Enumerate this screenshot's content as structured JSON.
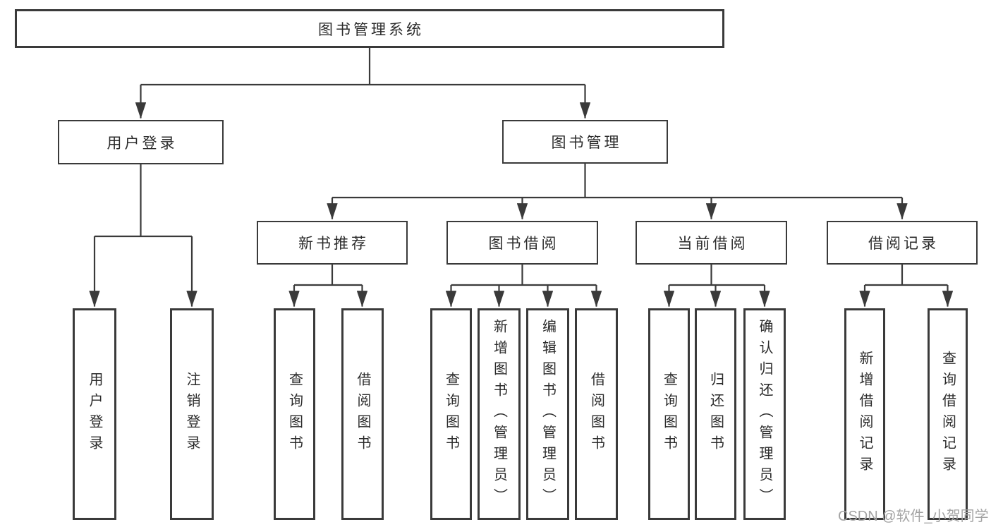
{
  "diagram": {
    "root": {
      "label": "图书管理系统"
    },
    "branches": [
      {
        "label": "用户登录"
      },
      {
        "label": "图书管理"
      }
    ],
    "groups": [
      {
        "label": "新书推荐"
      },
      {
        "label": "图书借阅"
      },
      {
        "label": "当前借阅"
      },
      {
        "label": "借阅记录"
      }
    ],
    "leaves": [
      {
        "label": "用户登录"
      },
      {
        "label": "注销登录"
      },
      {
        "label": "查询图书"
      },
      {
        "label": "借阅图书"
      },
      {
        "label": "查询图书"
      },
      {
        "label": "新增图书（管理员）"
      },
      {
        "label": "编辑图书（管理员）"
      },
      {
        "label": "借阅图书"
      },
      {
        "label": "查询图书"
      },
      {
        "label": "归还图书"
      },
      {
        "label": "确认归还（管理员）"
      },
      {
        "label": "新增借阅记录"
      },
      {
        "label": "查询借阅记录"
      }
    ]
  },
  "watermark": {
    "text": "CSDN @软件_小贺同学"
  },
  "colors": {
    "line": "#3a3a3a",
    "text": "#2b2b2b",
    "watermark": "#a3a3a3",
    "background": "#ffffff"
  }
}
